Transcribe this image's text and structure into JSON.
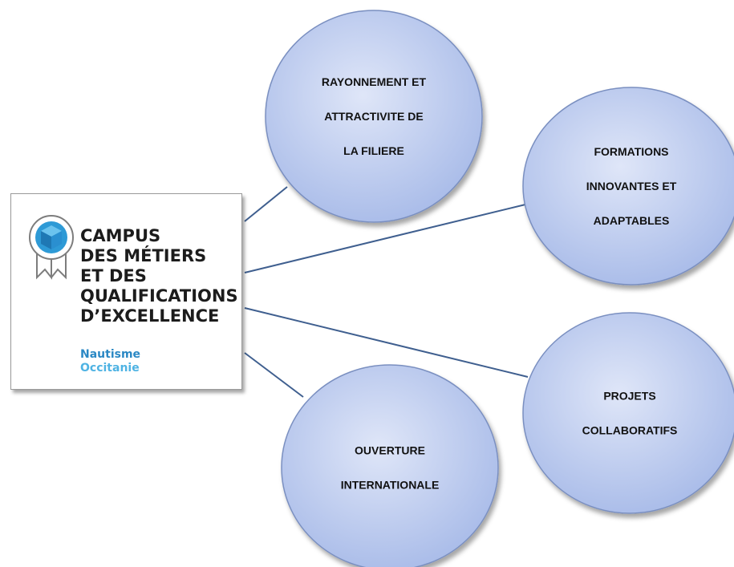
{
  "colors": {
    "bubble_fill_light": "#d8e1f6",
    "bubble_fill_dark": "#a9bce9",
    "bubble_stroke": "#7a8fc0",
    "connector": "#3f5f8f",
    "logo_text": "#1c1c1c",
    "logo_sub_dark": "#2b88c4",
    "logo_sub_light": "#4fb3e3",
    "badge_blue": "#2e9ad6"
  },
  "logo": {
    "icon": "ribbon-badge-cube-icon",
    "lines": [
      "CAMPUS",
      "DES MÉTIERS",
      "ET DES",
      "QUALIFICATIONS",
      "D’EXCELLENCE"
    ],
    "subtitle_1": "Nautisme",
    "subtitle_2": "Occitanie"
  },
  "nodes": [
    {
      "id": "rayonnement",
      "lines": [
        "RAYONNEMENT ET",
        "ATTRACTIVITE DE",
        "LA FILIERE"
      ]
    },
    {
      "id": "formations",
      "lines": [
        "FORMATIONS",
        "INNOVANTES ET",
        "ADAPTABLES"
      ]
    },
    {
      "id": "projets",
      "lines": [
        "PROJETS",
        "COLLABORATIFS"
      ]
    },
    {
      "id": "ouverture",
      "lines": [
        "OUVERTURE",
        "INTERNATIONALE"
      ]
    }
  ]
}
